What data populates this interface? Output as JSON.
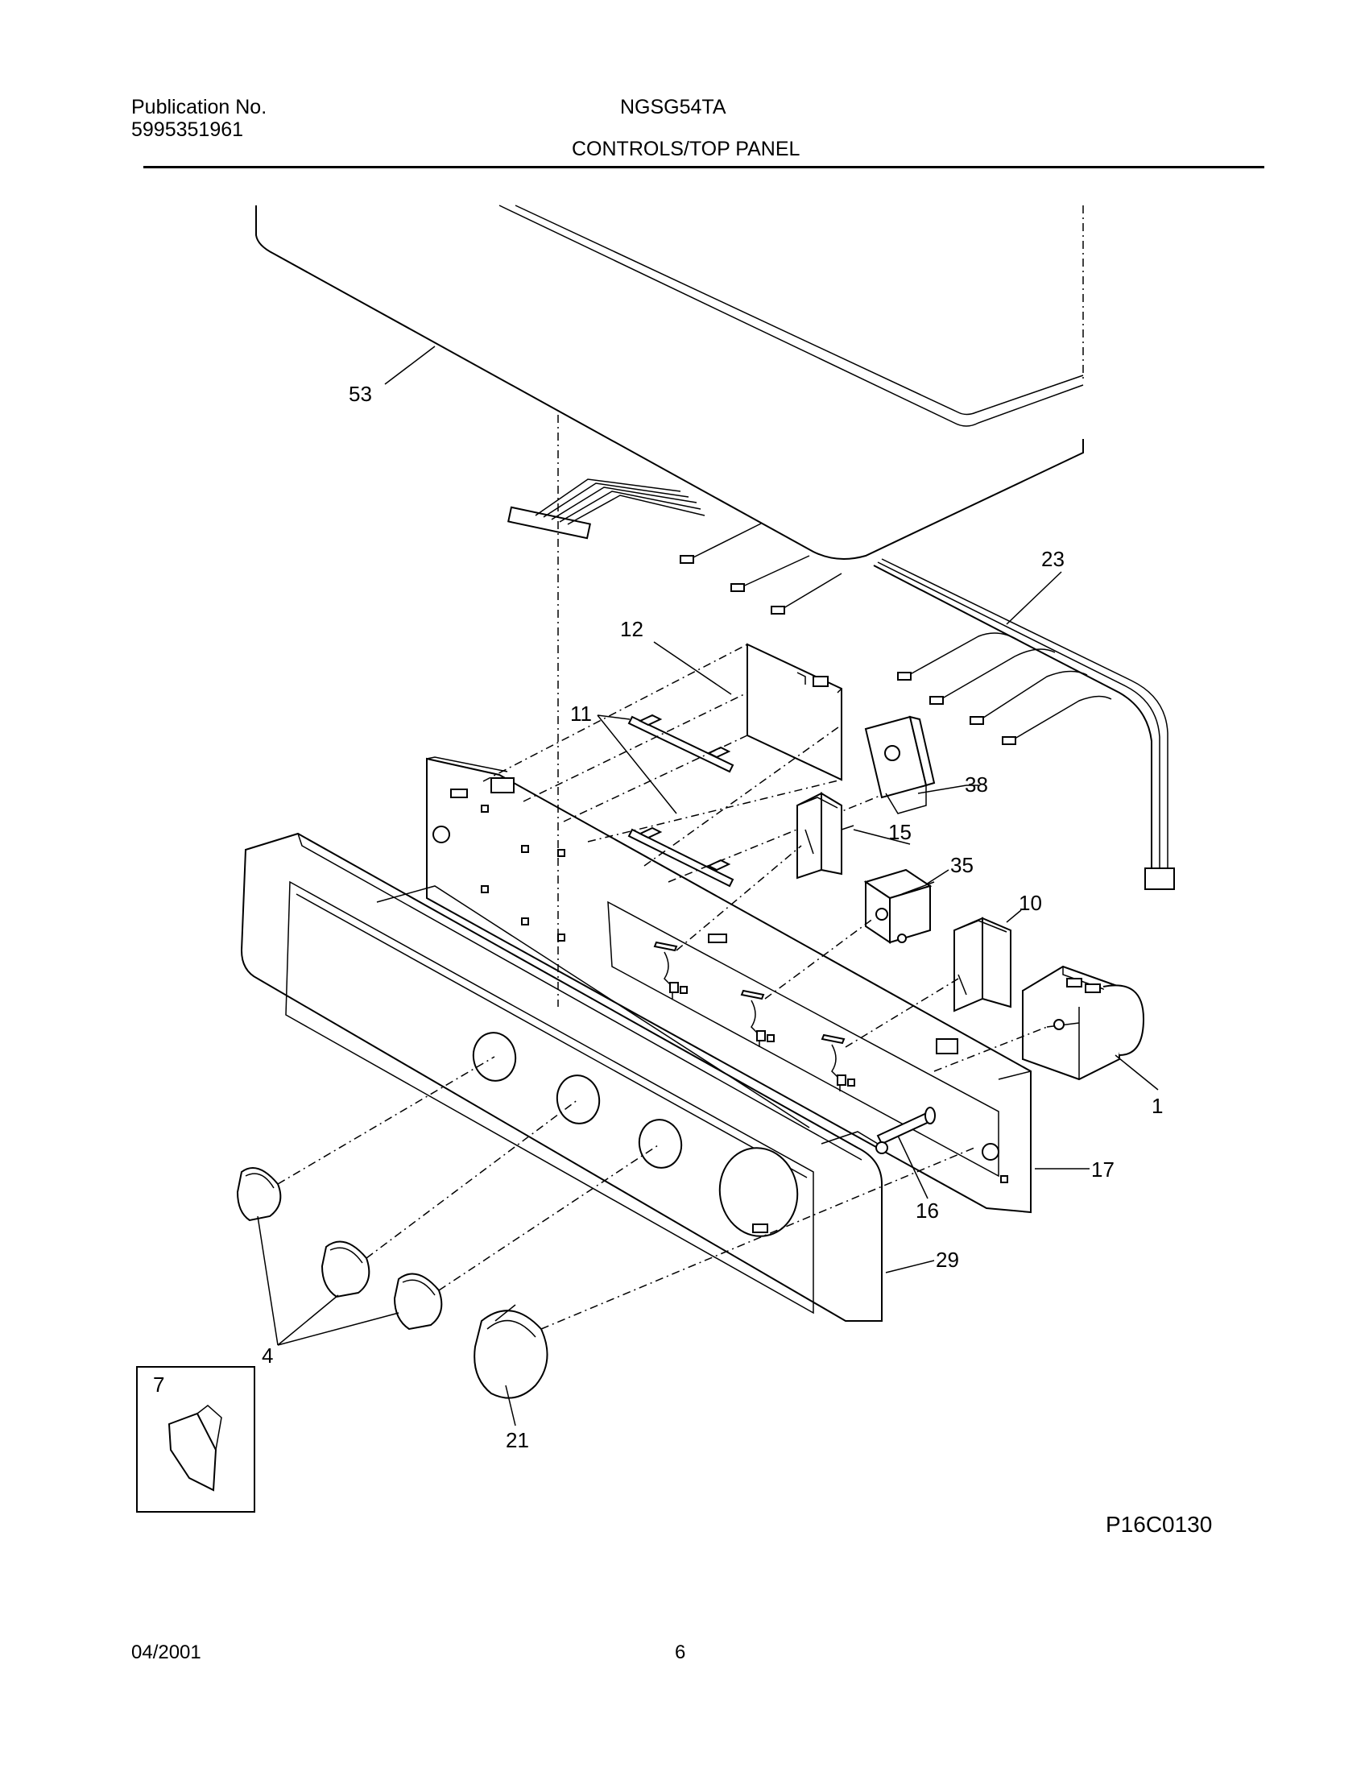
{
  "header": {
    "publication_label": "Publication No.",
    "publication_number": "5995351961",
    "model": "NGSG54TA",
    "section_title": "CONTROLS/TOP PANEL"
  },
  "diagram": {
    "callouts": {
      "top_panel": "53",
      "harness": "23",
      "bracket_box": "12",
      "clip_bracket": "11",
      "switch_38": "38",
      "switch_15": "15",
      "switch_35": "35",
      "switch_10": "10",
      "timer": "1",
      "console": "17",
      "shaft": "16",
      "control_panel": "29",
      "knobs": "4",
      "timer_knob": "21",
      "clip_inset": "7"
    },
    "code": "P16C0130"
  },
  "footer": {
    "date": "04/2001",
    "page": "6"
  }
}
